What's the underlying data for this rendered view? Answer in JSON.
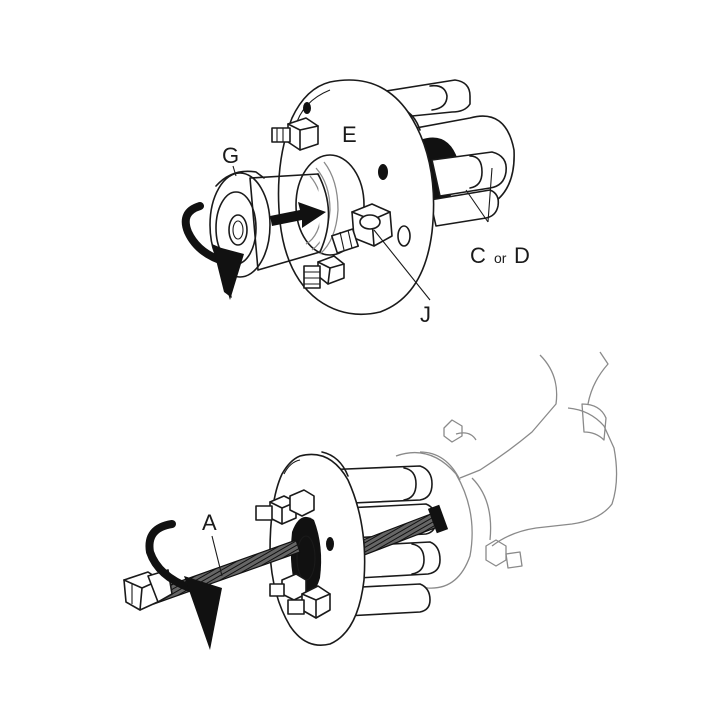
{
  "figure": {
    "labels": {
      "G": "G",
      "E": "E",
      "C": "C",
      "or": "or",
      "D": "D",
      "J": "J",
      "A": "A"
    }
  }
}
